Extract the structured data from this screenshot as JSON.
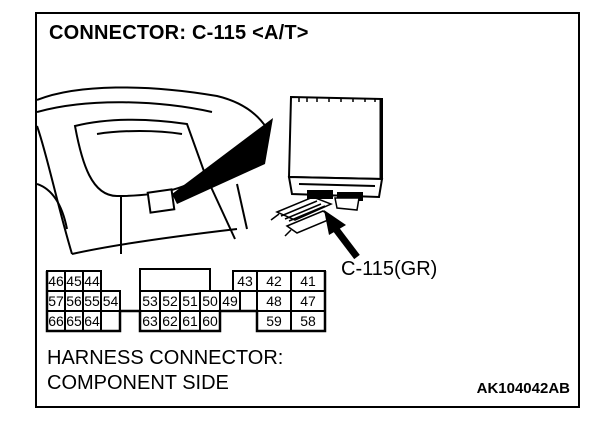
{
  "title": "CONNECTOR: C-115 <A/T>",
  "callout_label": "C-115(GR)",
  "footer": {
    "line1": "HARNESS CONNECTOR:",
    "line2": "COMPONENT SIDE"
  },
  "figure_code": "AK104042AB",
  "connector": {
    "row1": [
      "46",
      "45",
      "44",
      "43",
      "42",
      "41"
    ],
    "row2": [
      "57",
      "56",
      "55",
      "54",
      "53",
      "52",
      "51",
      "50",
      "49",
      "48",
      "47"
    ],
    "row3": [
      "66",
      "65",
      "64",
      "63",
      "62",
      "61",
      "60",
      "59",
      "58"
    ]
  }
}
